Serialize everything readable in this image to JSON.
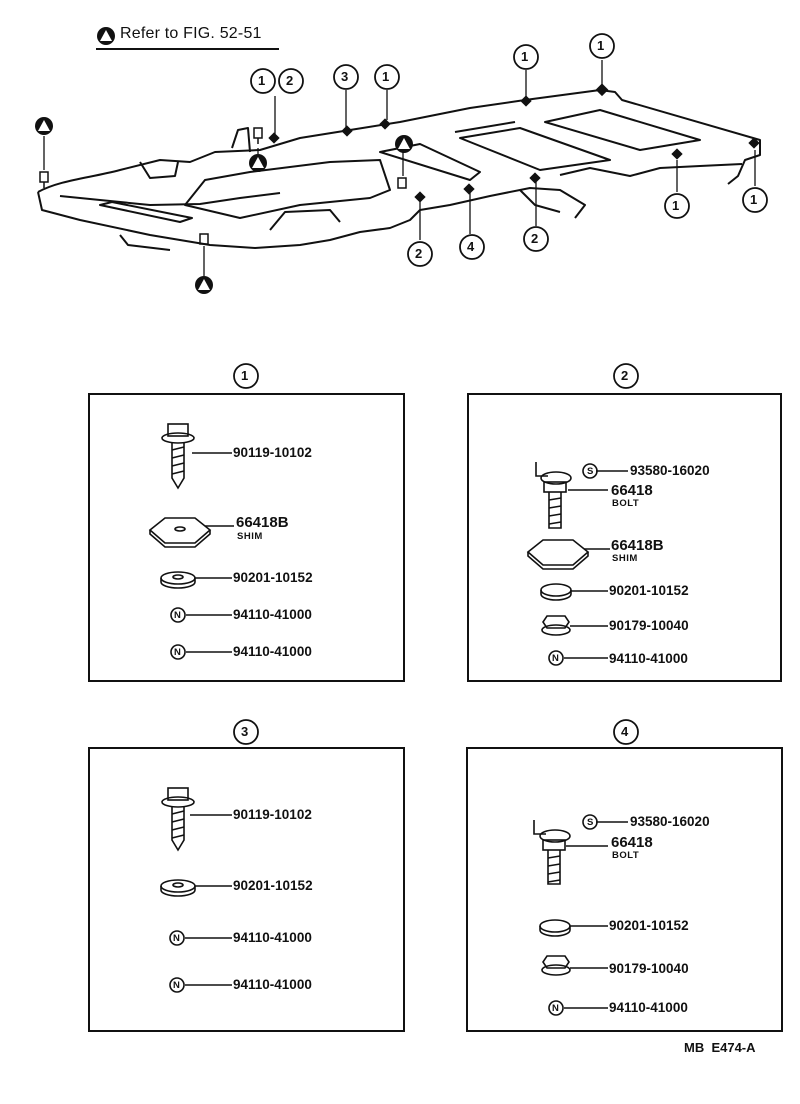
{
  "reference": {
    "text": "Refer to FIG. 52-51"
  },
  "callouts": [
    "1",
    "2",
    "3",
    "4"
  ],
  "groups": [
    {
      "label": "1",
      "parts": [
        {
          "number": "90119-10102"
        },
        {
          "number": "66418B",
          "name": "SHIM"
        },
        {
          "number": "90201-10152"
        },
        {
          "number": "94110-41000",
          "mark": "N"
        },
        {
          "number": "94110-41000",
          "mark": "N"
        }
      ]
    },
    {
      "label": "2",
      "parts": [
        {
          "number": "93580-16020",
          "mark": "S"
        },
        {
          "number": "66418",
          "name": "BOLT"
        },
        {
          "number": "66418B",
          "name": "SHIM"
        },
        {
          "number": "90201-10152"
        },
        {
          "number": "90179-10040"
        },
        {
          "number": "94110-41000",
          "mark": "N"
        }
      ]
    },
    {
      "label": "3",
      "parts": [
        {
          "number": "90119-10102"
        },
        {
          "number": "90201-10152"
        },
        {
          "number": "94110-41000",
          "mark": "N"
        },
        {
          "number": "94110-41000",
          "mark": "N"
        }
      ]
    },
    {
      "label": "4",
      "parts": [
        {
          "number": "93580-16020",
          "mark": "S"
        },
        {
          "number": "66418",
          "name": "BOLT"
        },
        {
          "number": "90201-10152"
        },
        {
          "number": "90179-10040"
        },
        {
          "number": "94110-41000",
          "mark": "N"
        }
      ]
    }
  ],
  "footer": {
    "code": "MB  E474-A"
  }
}
